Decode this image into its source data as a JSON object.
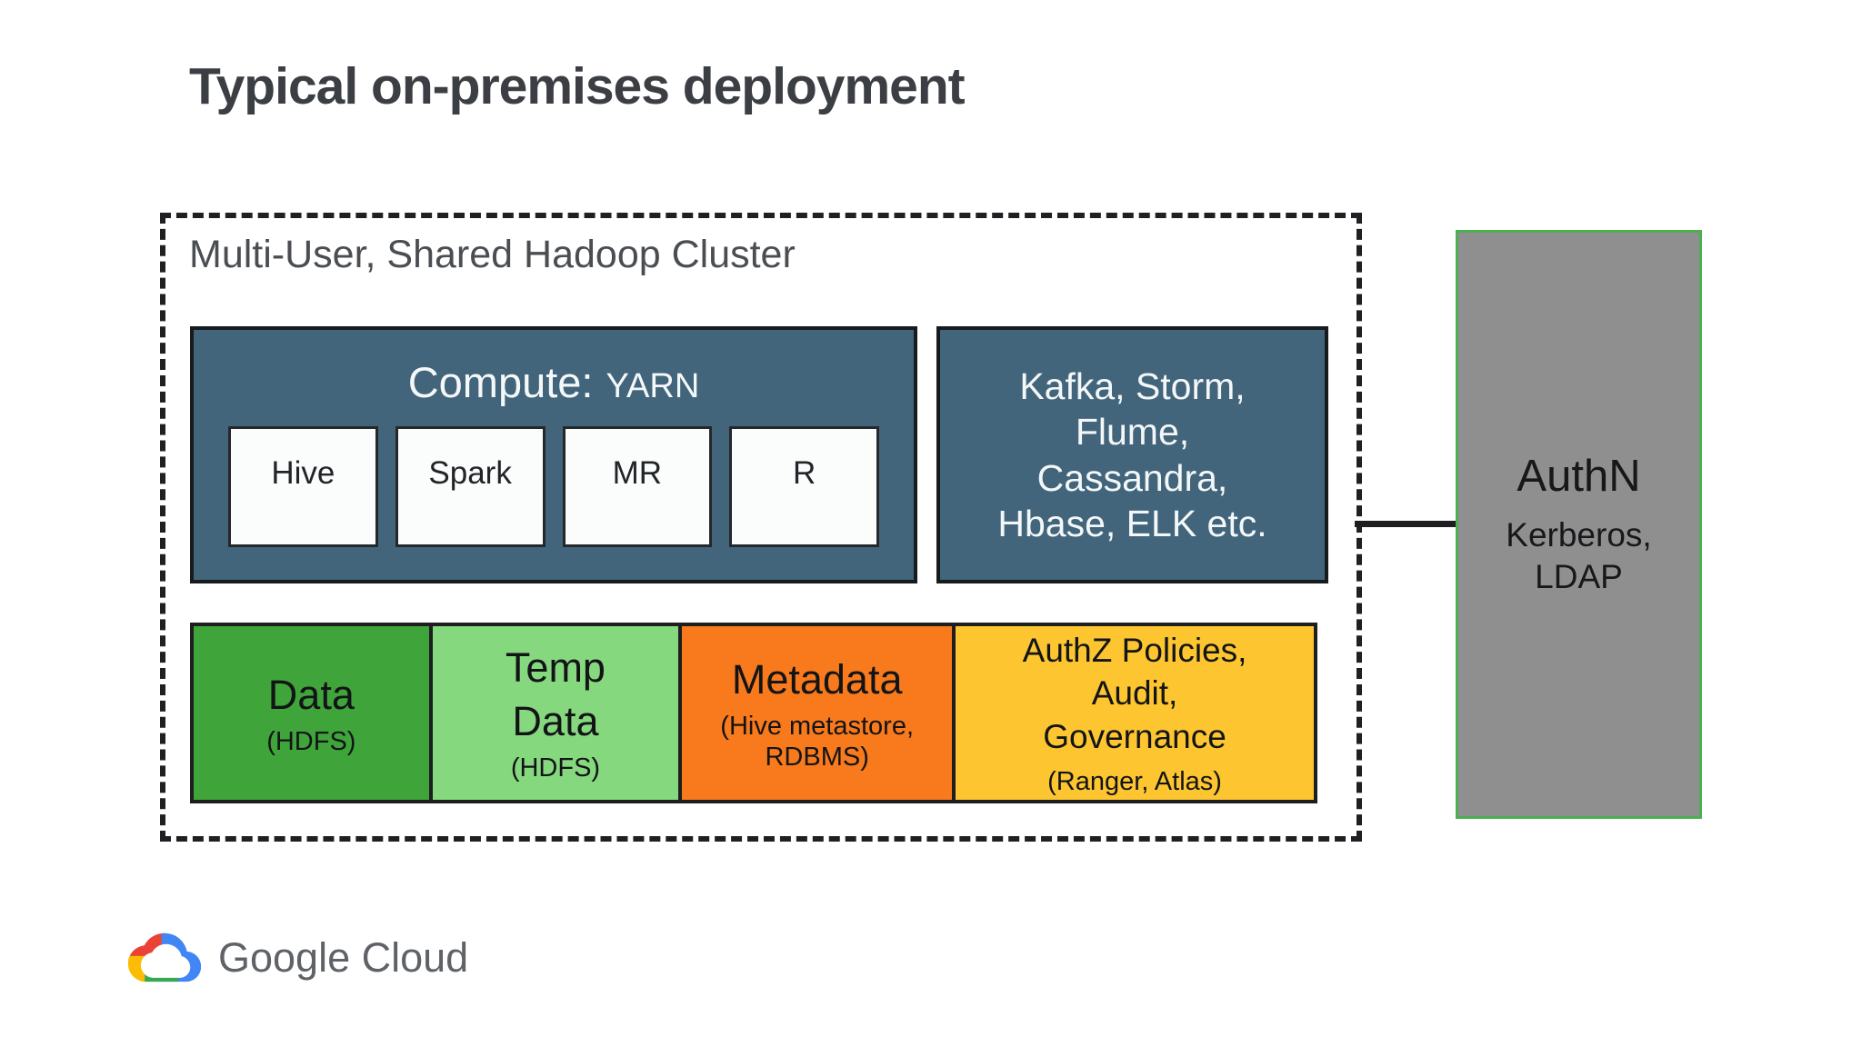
{
  "slide": {
    "title": "Typical on-premises deployment"
  },
  "cluster": {
    "label": "Multi-User, Shared Hadoop Cluster",
    "compute": {
      "title": "Compute:",
      "engine": "YARN",
      "items": [
        "Hive",
        "Spark",
        "MR",
        "R"
      ]
    },
    "streaming": {
      "lines": [
        "Kafka, Storm,",
        "Flume,",
        "Cassandra,",
        "Hbase, ELK etc."
      ]
    },
    "storage": [
      {
        "lines": [
          "Data"
        ],
        "subtitle": "(HDFS)",
        "color": "#3fa53b"
      },
      {
        "lines": [
          "Temp",
          "Data"
        ],
        "subtitle": "(HDFS)",
        "color": "#86d87f"
      },
      {
        "lines": [
          "Metadata"
        ],
        "subtitle": "(Hive metastore, RDBMS)",
        "color": "#f87a1d"
      },
      {
        "lines": [
          "AuthZ Policies,",
          "Audit,",
          "Governance"
        ],
        "subtitle": "(Ranger, Atlas)",
        "color": "#fdc530"
      }
    ]
  },
  "authn": {
    "title": "AuthN",
    "lines": [
      "Kerberos,",
      "LDAP"
    ],
    "fill": "#8f8f8f",
    "border": "#4caf50"
  },
  "footer": {
    "brand": "Google Cloud"
  },
  "colors": {
    "background": "#ffffff",
    "title_text": "#3b3e43",
    "cluster_label_text": "#4a4e52",
    "dashed_border": "#1f2023",
    "teal_box": "#42657b",
    "box_border": "#171b1e",
    "engine_box_fill": "#fbfcfc",
    "connector": "#1c1e1f",
    "google_blue": "#4285f4",
    "google_red": "#ea4335",
    "google_yellow": "#fbbc04",
    "google_green": "#34a853",
    "wordmark_text": "#5f6368"
  }
}
